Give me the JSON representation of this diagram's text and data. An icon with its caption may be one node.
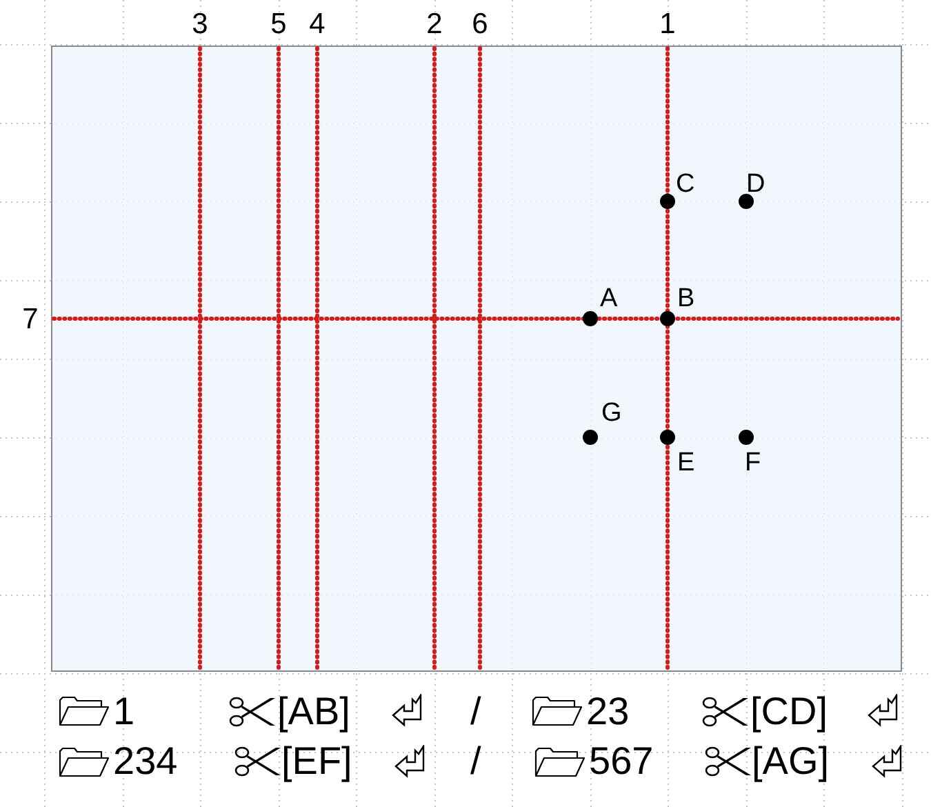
{
  "diagram": {
    "labels": [
      "3",
      "5",
      "4",
      "2",
      "6",
      "1",
      "C",
      "D",
      "7",
      "A",
      "B",
      "G",
      "E",
      "F",
      "1",
      "[AB]",
      "/",
      "23",
      "[CD]",
      "234",
      "[EF]",
      "/",
      "567",
      "[AG]"
    ]
  }
}
